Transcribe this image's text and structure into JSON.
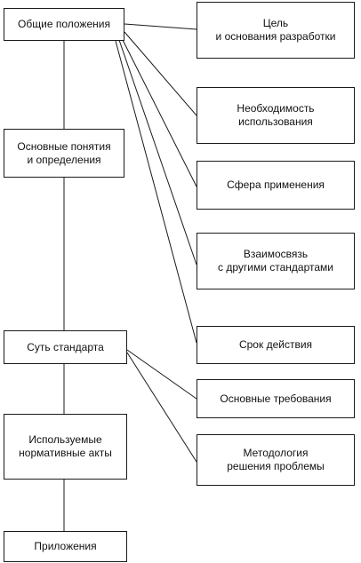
{
  "left_column": [
    {
      "id": "general",
      "label": "Общие положения"
    },
    {
      "id": "concepts",
      "label": "Основные понятия\nи определения"
    },
    {
      "id": "essence",
      "label": "Суть стандарта"
    },
    {
      "id": "normative",
      "label": "Используемые\nнормативные акты"
    },
    {
      "id": "appendix",
      "label": "Приложения"
    }
  ],
  "right_column": [
    {
      "id": "goal",
      "label": "Цель\nи основания разработки",
      "parent": "general"
    },
    {
      "id": "necessity",
      "label": "Необходимость\nиспользования",
      "parent": "general"
    },
    {
      "id": "scope",
      "label": "Сфера применения",
      "parent": "general"
    },
    {
      "id": "relation",
      "label": "Взаимосвязь\nс другими стандартами",
      "parent": "general"
    },
    {
      "id": "term",
      "label": "Срок действия",
      "parent": "general"
    },
    {
      "id": "requirements",
      "label": "Основные требования",
      "parent": "essence"
    },
    {
      "id": "methodology",
      "label": "Методология\nрешения проблемы",
      "parent": "essence"
    }
  ]
}
